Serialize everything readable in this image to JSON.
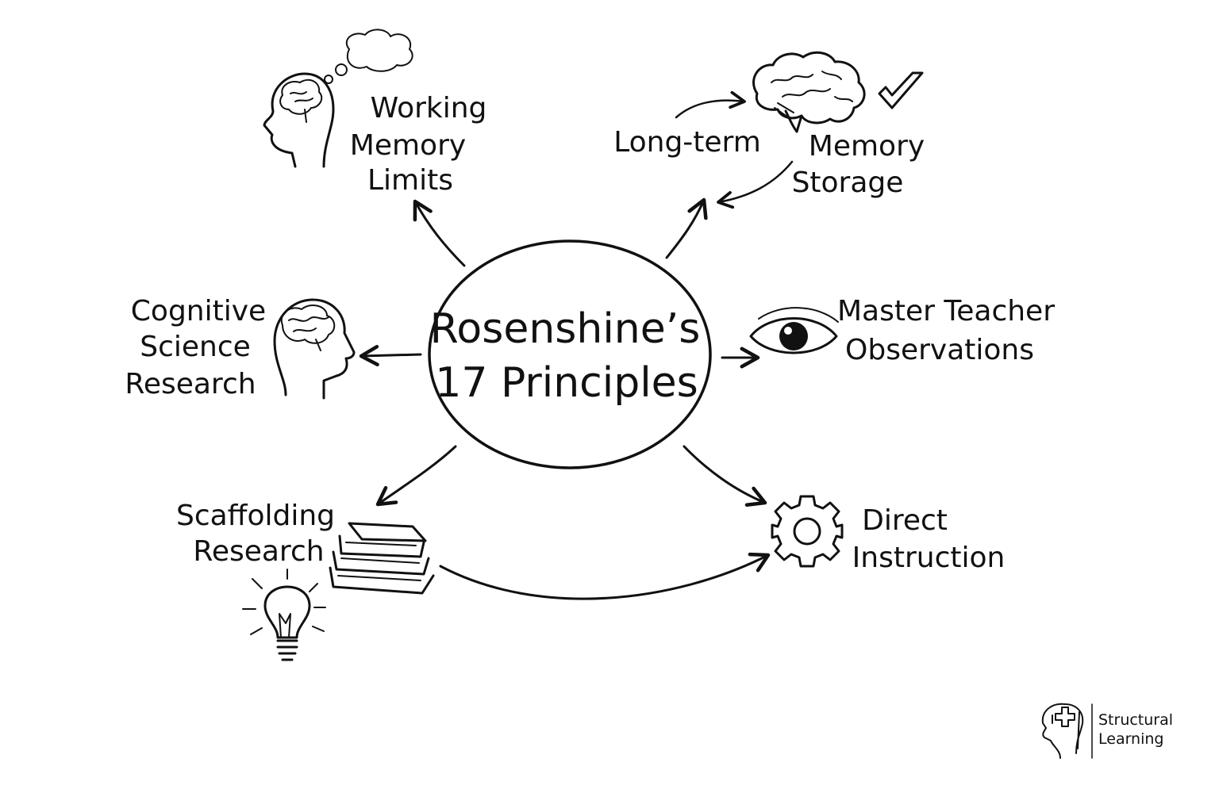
{
  "center": {
    "line1": "Rosenshine’s",
    "line2": "17 Principles"
  },
  "nodes": {
    "working_memory": [
      "Working",
      "Memory",
      "Limits"
    ],
    "long_term": {
      "left": "Long-term",
      "right1": "Memory",
      "right2": "Storage"
    },
    "cognitive": [
      "Cognitive",
      "Science",
      "Research"
    ],
    "master_teacher": [
      "Master Teacher",
      "Observations"
    ],
    "scaffolding": [
      "Scaffolding",
      "Research"
    ],
    "direct_instruction": [
      "Direct",
      "Instruction"
    ]
  },
  "logo": {
    "line1": "Structural",
    "line2": "Learning"
  },
  "colors": {
    "ink": "#111111",
    "background": "#ffffff"
  }
}
